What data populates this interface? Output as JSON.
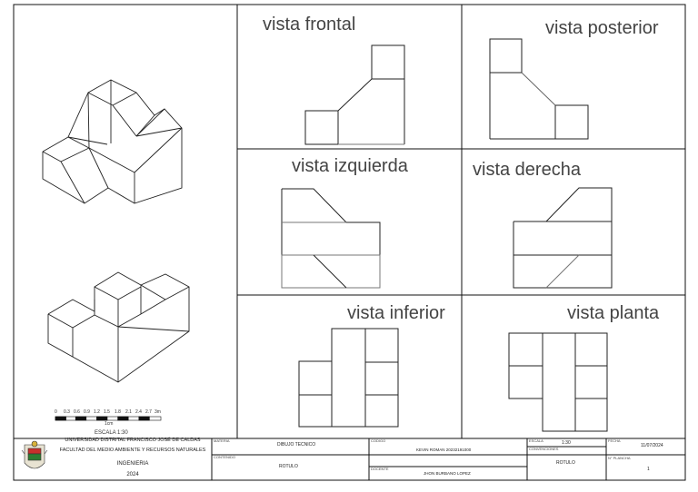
{
  "views": {
    "frontal": "vista frontal",
    "posterior": "vista posterior",
    "izquierda": "vista izquierda",
    "derecha": "vista derecha",
    "inferior": "vista inferior",
    "planta": "vista planta"
  },
  "scale_bar": {
    "ticks": [
      "0",
      "0.3",
      "0.6",
      "0.9",
      "1.2",
      "1.5",
      "1.8",
      "2.1",
      "2.4",
      "2.7",
      "3m"
    ],
    "unit": "1cm",
    "label": "ESCALA 1:30"
  },
  "title_block": {
    "university": "UNIVERSIDAD DISTRITAL FRANCISCO JOSÉ DE CALDAS",
    "faculty": "FACULTAD DEL MEDIO AMBIENTE Y RECURSOS NATURALES",
    "program": "INGENIERIA",
    "year": "2024",
    "materia_label": "MATERIA",
    "materia_value": "DIBUJO TECNICO",
    "contenido_label": "CONTENIDO",
    "contenido_value": "ROTULO",
    "codigo_label": "CODIGO",
    "codigo_value": "KEVIN ROMAN 20232191000",
    "docente_label": "DOCENTE",
    "docente_value": "JHON BURBANO LOPEZ",
    "escala_label": "ESCALA",
    "escala_value": "1:30",
    "convenciones_label": "CONVENCIONES",
    "convenciones_value": "ROTULO",
    "fecha_label": "FECHA",
    "fecha_value": "11/07/2024",
    "plancha_label": "N° PLANCHA",
    "plancha_value": "1"
  }
}
